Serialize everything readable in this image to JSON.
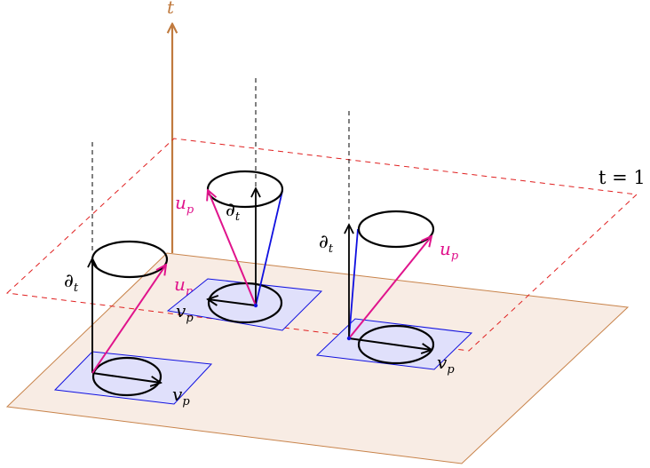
{
  "labels": {
    "t_axis": "t",
    "t_equals": "t = 1",
    "dt": "∂",
    "dt_sub": "t",
    "u": "u",
    "u_sub": "p",
    "v": "v",
    "v_sub": "p"
  },
  "colors": {
    "ground_fill": "#f8ece4",
    "ground_stroke": "#c8834a",
    "t_axis": "#c07a3e",
    "slice_dashed": "#e02020",
    "tangent_plane_fill": "#e0e0fb",
    "tangent_plane_stroke": "#1010e0",
    "u_vector": "#e0148c",
    "cone": "#1010e0",
    "black": "#000000"
  }
}
